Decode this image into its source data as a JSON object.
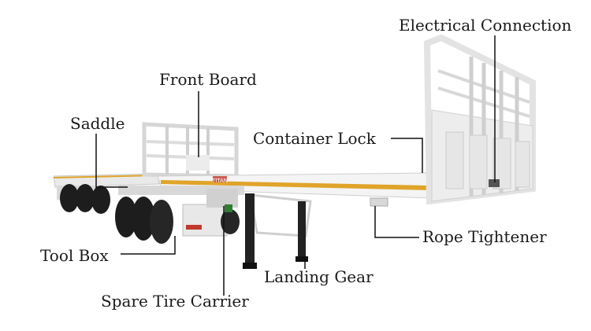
{
  "labels": {
    "electrical_connection": "Electrical Connection",
    "front_board": "Front Board",
    "saddle": "Saddle",
    "container_lock": "Container Lock",
    "rope_tightener": "Rope Tightener",
    "tool_box": "Tool Box",
    "landing_gear": "Landing Gear",
    "spare_tire_carrier": "Spare Tire Carrier"
  },
  "brand_mark": "TITAN",
  "colors": {
    "trailer_body": "#f2f2f2",
    "stripe": "#e0a42a",
    "tire": "#1d1d1d",
    "leader_line": "#111111",
    "red_reflector": "#c0392b"
  }
}
